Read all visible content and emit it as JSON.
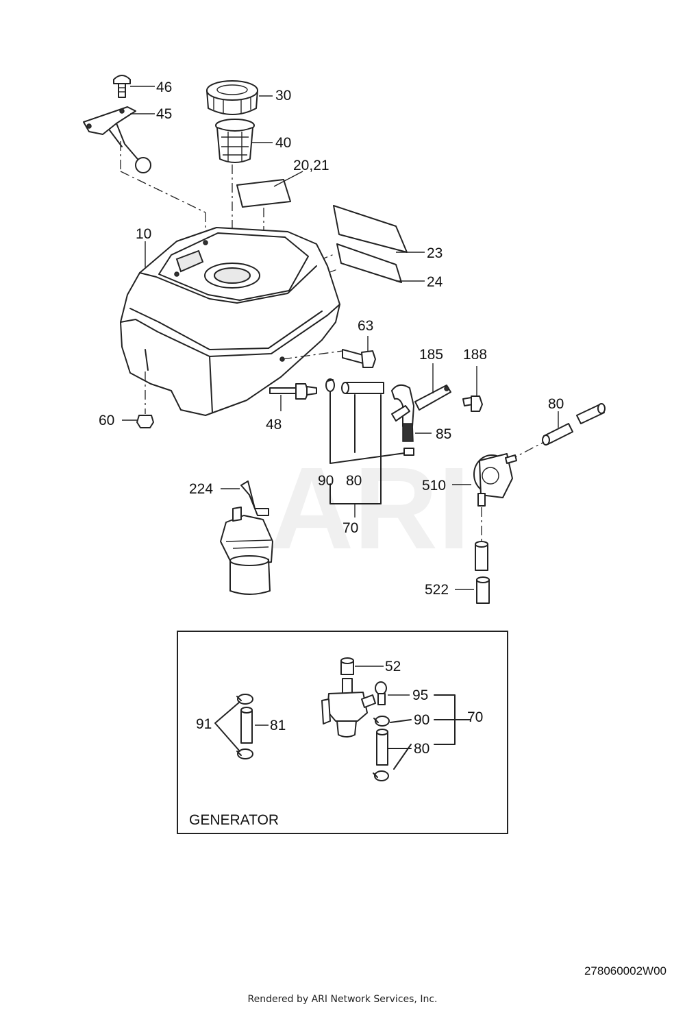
{
  "callouts": {
    "p46": "46",
    "p45": "45",
    "p30": "30",
    "p40": "40",
    "p2021": "20,21",
    "p10": "10",
    "p23": "23",
    "p24": "24",
    "p63": "63",
    "p185": "185",
    "p188": "188",
    "p60": "60",
    "p48": "48",
    "p85": "85",
    "p80a": "80",
    "p90a": "90",
    "p80b": "80",
    "p510": "510",
    "p224": "224",
    "p70a": "70",
    "p522": "522",
    "p52": "52",
    "p95": "95",
    "p91": "91",
    "p81": "81",
    "p90b": "90",
    "p70b": "70",
    "p80c": "80"
  },
  "generator_box": {
    "title": "GENERATOR"
  },
  "watermark": "ARI",
  "diagram_code": "278060002W00",
  "footer": "Rendered by ARI Network Services, Inc."
}
